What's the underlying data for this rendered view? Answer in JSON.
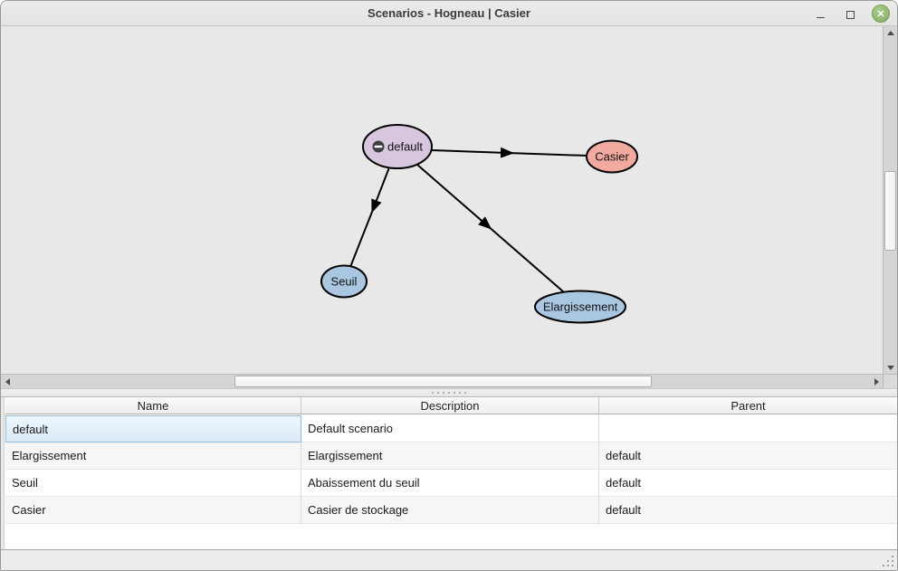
{
  "window": {
    "title": "Scenarios - Hogneau | Casier",
    "controls": {
      "close_glyph": "✕"
    }
  },
  "graph": {
    "background_color": "#e8e8e8",
    "nodes": [
      {
        "label": "default",
        "color": "#d7c6de",
        "badge": "minus-circle-icon"
      },
      {
        "label": "Casier",
        "color": "#f2a99f"
      },
      {
        "label": "Seuil",
        "color": "#aac7e2"
      },
      {
        "label": "Elargissement",
        "color": "#aac7e2"
      }
    ],
    "edges": [
      {
        "from": "default",
        "to": "Casier"
      },
      {
        "from": "default",
        "to": "Seuil"
      },
      {
        "from": "default",
        "to": "Elargissement"
      }
    ]
  },
  "table": {
    "columns": [
      "Name",
      "Description",
      "Parent"
    ],
    "rows": [
      {
        "name": "default",
        "description": "Default scenario",
        "parent": ""
      },
      {
        "name": "Elargissement",
        "description": "Elargissement",
        "parent": "default"
      },
      {
        "name": "Seuil",
        "description": "Abaissement du seuil",
        "parent": "default"
      },
      {
        "name": "Casier",
        "description": "Casier de stockage",
        "parent": "default"
      }
    ],
    "selected": {
      "row_index": 0,
      "column": "Name"
    }
  }
}
